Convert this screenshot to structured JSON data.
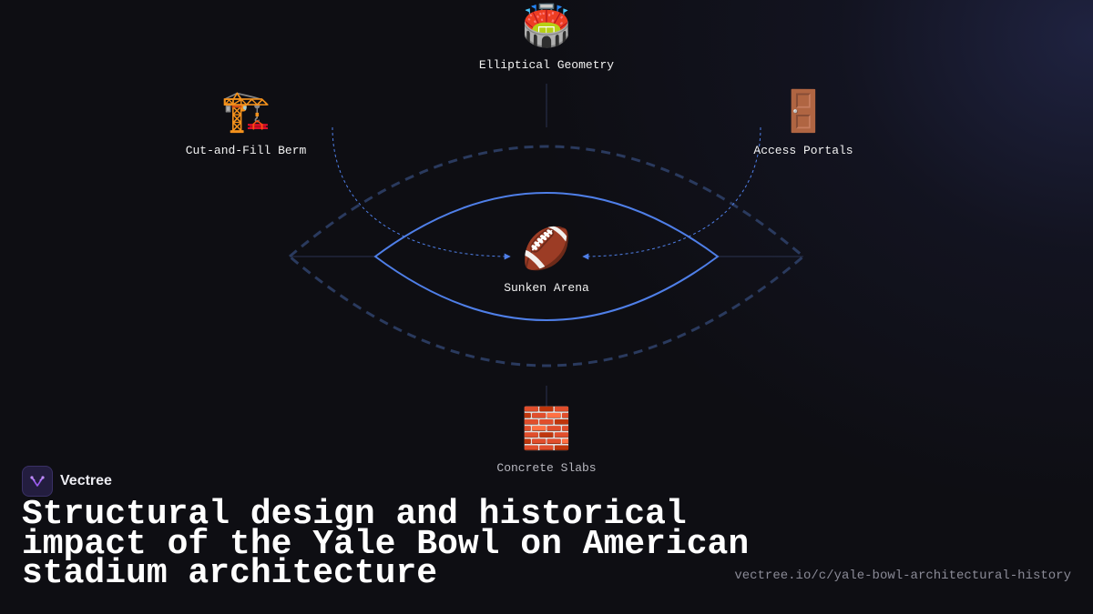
{
  "diagram": {
    "nodes": {
      "top": {
        "icon": "stadium-icon",
        "emoji": "🏟️",
        "label": "Elliptical Geometry"
      },
      "left": {
        "icon": "construction-crane-icon",
        "emoji": "🏗️",
        "label": "Cut-and-Fill Berm"
      },
      "right": {
        "icon": "door-icon",
        "emoji": "🚪",
        "label": "Access Portals"
      },
      "center": {
        "icon": "football-icon",
        "emoji": "🏈",
        "label": "Sunken Arena"
      },
      "bottom": {
        "icon": "brick-wall-icon",
        "emoji": "🧱",
        "label": "Concrete Slabs"
      }
    }
  },
  "brand": {
    "name": "Vectree",
    "logo_icon": "vectree-logo-icon"
  },
  "title": "Structural design and historical impact of the Yale Bowl on American stadium architecture",
  "url": "vectree.io/c/yale-bowl-architectural-history",
  "colors": {
    "background": "#0e0e13",
    "accent_blue": "#4f7fe8",
    "dashed_outer": "#2a3a5e",
    "brand_purple": "#9b5cf0"
  }
}
